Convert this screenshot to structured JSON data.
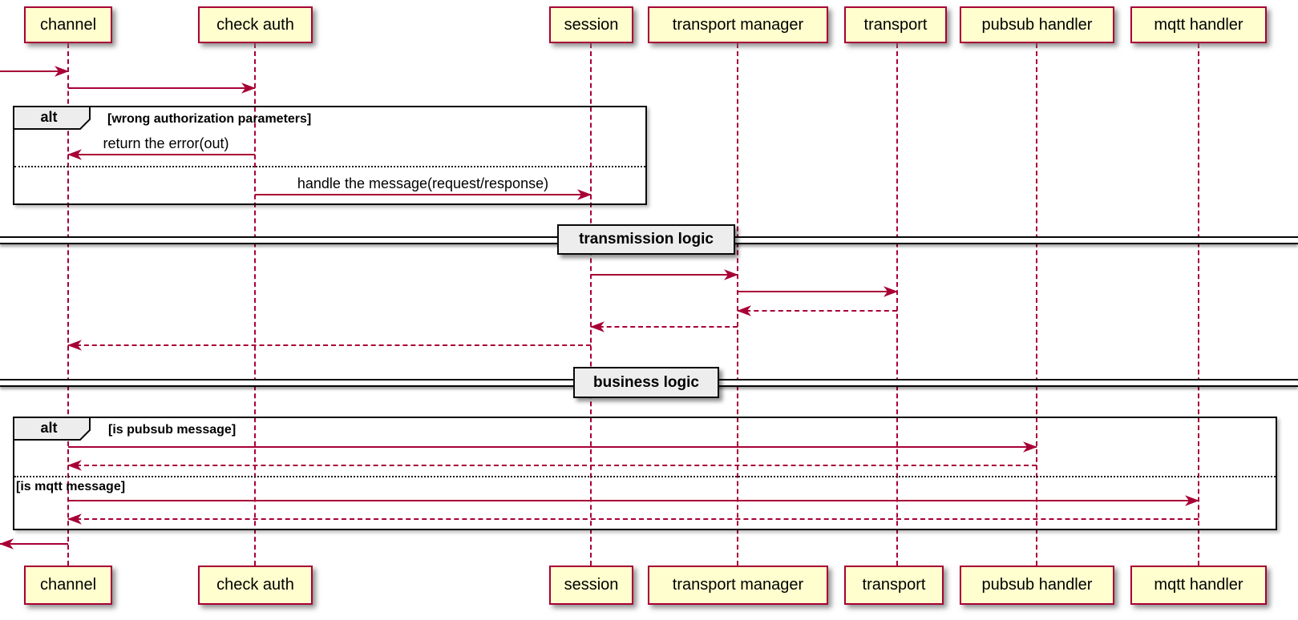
{
  "colors": {
    "arrow_red": "#A80036",
    "participant_fill": "#FEFECE",
    "participant_border": "#A80036",
    "frame_border": "#000000",
    "fragment_label_fill": "#EDEDED",
    "background": "#FFFFFF"
  },
  "participants": [
    {
      "label": "channel"
    },
    {
      "label": "check auth"
    },
    {
      "label": "session"
    },
    {
      "label": "transport manager"
    },
    {
      "label": "transport"
    },
    {
      "label": "pubsub handler"
    },
    {
      "label": "mqtt handler"
    }
  ],
  "messages": [
    {
      "from": "external",
      "to": "channel",
      "label": "",
      "style": "solid"
    },
    {
      "from": "channel",
      "to": "check auth",
      "label": "",
      "style": "solid"
    },
    {
      "from": "check auth",
      "to": "channel",
      "label": "return the error(out)",
      "style": "solid"
    },
    {
      "from": "check auth",
      "to": "session",
      "label": "handle the message(request/response)",
      "style": "solid"
    },
    {
      "from": "session",
      "to": "transport manager",
      "label": "",
      "style": "solid"
    },
    {
      "from": "transport manager",
      "to": "transport",
      "label": "",
      "style": "solid"
    },
    {
      "from": "transport",
      "to": "transport manager",
      "label": "",
      "style": "dashed"
    },
    {
      "from": "transport manager",
      "to": "session",
      "label": "",
      "style": "dashed"
    },
    {
      "from": "session",
      "to": "channel",
      "label": "",
      "style": "dashed"
    },
    {
      "from": "channel",
      "to": "pubsub handler",
      "label": "",
      "style": "solid"
    },
    {
      "from": "pubsub handler",
      "to": "channel",
      "label": "",
      "style": "dashed"
    },
    {
      "from": "channel",
      "to": "mqtt handler",
      "label": "",
      "style": "solid"
    },
    {
      "from": "mqtt handler",
      "to": "channel",
      "label": "",
      "style": "dashed"
    },
    {
      "from": "channel",
      "to": "external",
      "label": "",
      "style": "solid"
    }
  ],
  "fragments": [
    {
      "operator": "alt",
      "conditions": [
        "[wrong authorization parameters]"
      ]
    },
    {
      "operator": "alt",
      "conditions": [
        "[is pubsub message]",
        "[is mqtt message]"
      ]
    }
  ],
  "dividers": [
    {
      "label": "transmission logic"
    },
    {
      "label": "business logic"
    }
  ]
}
